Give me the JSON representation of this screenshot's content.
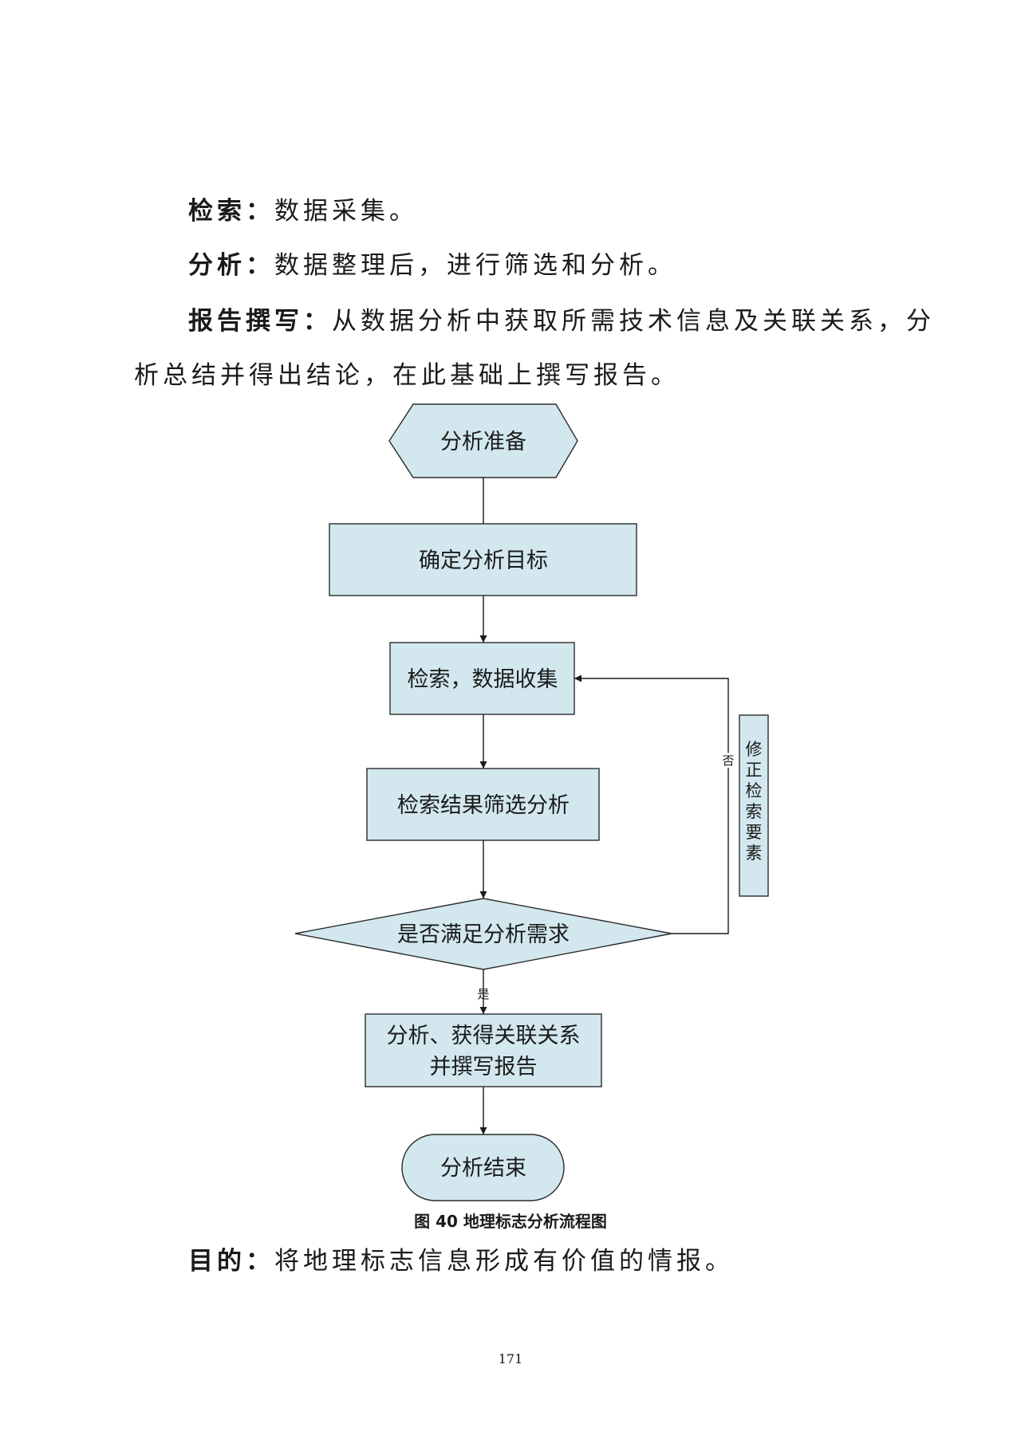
{
  "paragraphs": {
    "p1": {
      "label": "检索：",
      "text": "数据采集。"
    },
    "p2": {
      "label": "分析：",
      "text": "数据整理后，进行筛选和分析。"
    },
    "p3": {
      "label": "报告撰写：",
      "text": "从数据分析中获取所需技术信息及关联关系，分",
      "cont": "析总结并得出结论，在此基础上撰写报告。"
    },
    "p4": {
      "label": "目的：",
      "text": "将地理标志信息形成有价值的情报。"
    }
  },
  "flowchart": {
    "start": "分析准备",
    "step1": "确定分析目标",
    "step2": "检索，数据收集",
    "step3": "检索结果筛选分析",
    "decision": "是否满足分析需求",
    "yes_label": "是",
    "no_label": "否",
    "revise": [
      "修",
      "正",
      "检",
      "索",
      "要",
      "素"
    ],
    "step4_line1": "分析、获得关联关系",
    "step4_line2": "并撰写报告",
    "end": "分析结束",
    "fill_color": "#d2e8ee",
    "stroke_color": "#2b2b2b"
  },
  "caption": "图 40  地理标志分析流程图",
  "page_number": "171"
}
